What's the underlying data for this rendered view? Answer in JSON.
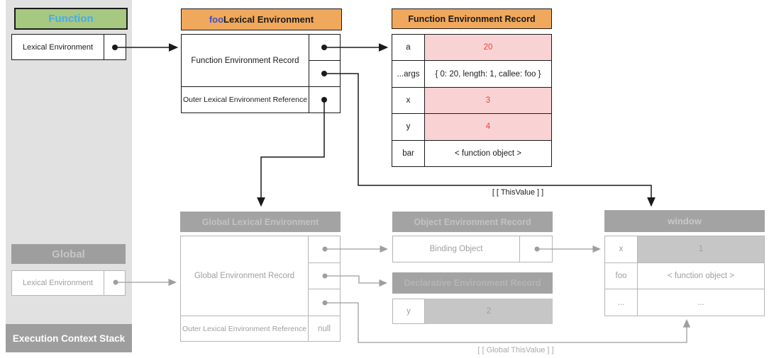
{
  "colors": {
    "panel_bg": "#e1e1e1",
    "stack_bar_bg": "#9e9e9e",
    "green_header_bg": "#a7c880",
    "function_title_blue": "#45aaf2",
    "orange_header_bg": "#f0a85c",
    "foo_keyword_blue": "#3b4fd4",
    "pink_cell_bg": "#f9d3d3",
    "red_value_text": "#f2423c",
    "muted_gray_text": "#9e9e9e",
    "gray_header_bg": "#a3a3a3",
    "gray_value_cell_bg": "#c6c6c6",
    "black_line": "#1a1a1a"
  },
  "execution_context_stack": {
    "label": "Execution Context Stack",
    "function_context": {
      "title": "Function",
      "row_label": "Lexical Environment"
    },
    "global_context": {
      "title": "Global",
      "row_label": "Lexical Environment"
    }
  },
  "foo_lexical_environment": {
    "title_prefix": "foo",
    "title_rest": " Lexical Environment",
    "rows": [
      "Function Environment Record",
      "Outer Lexical Environment Reference"
    ]
  },
  "function_environment_record": {
    "title": "Function Environment Record",
    "rows": [
      {
        "key": "a",
        "value": "20",
        "highlight": true
      },
      {
        "key": "...args",
        "value": "{ 0: 20, length: 1, callee: foo }",
        "highlight": false
      },
      {
        "key": "x",
        "value": "3",
        "highlight": true
      },
      {
        "key": "y",
        "value": "4",
        "highlight": true
      },
      {
        "key": "bar",
        "value": "< function object >",
        "highlight": false
      }
    ]
  },
  "global_lexical_environment": {
    "title": "Global Lexical Environment",
    "record_label": "Global Environment Record",
    "outer_label": "Outer Lexical Environment Reference",
    "outer_value": "null"
  },
  "object_environment_record": {
    "title": "Object Environment Record",
    "binding_label": "Binding Object"
  },
  "declarative_environment_record": {
    "title": "Declarative Environment Record",
    "rows": [
      {
        "key": "y",
        "value": "2"
      }
    ]
  },
  "window_object": {
    "title": "window",
    "rows": [
      {
        "key": "x",
        "value": "1",
        "filled": true
      },
      {
        "key": "foo",
        "value": "< function object >",
        "filled": false
      },
      {
        "key": "...",
        "value": "...",
        "filled": false
      }
    ]
  },
  "annotations": {
    "this_value": "[ [ ThisValue ] ]",
    "global_this_value": "[ [ Global ThisValue ] ]"
  }
}
